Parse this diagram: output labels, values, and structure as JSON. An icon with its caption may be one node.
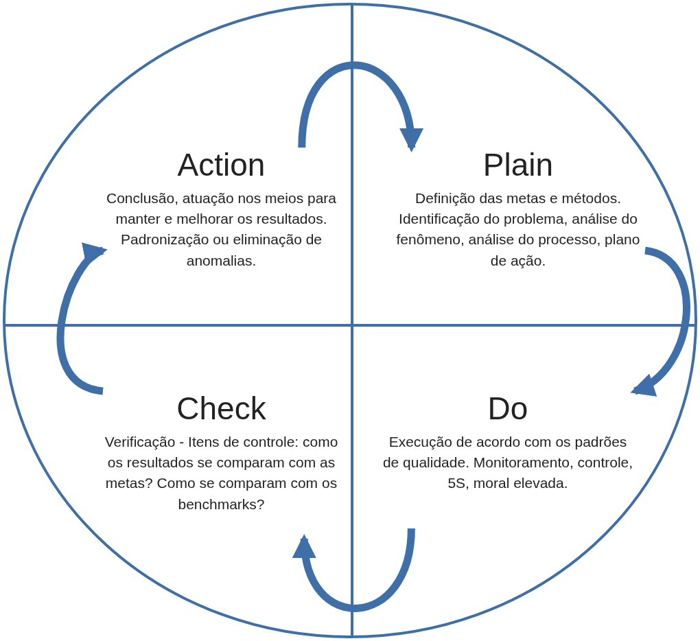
{
  "diagram": {
    "nodes": [
      {
        "text": [],
        "shape": "circle"
      },
      {
        "text": [
          "Action",
          "Conclusão, atuação nos meios para manter e melhorar os resultados.  Padronização ou eliminação de anomalias."
        ],
        "in": 0
      },
      {
        "text": [
          "Plain",
          "Definição das metas e métodos. Identificação do problema, análise do fenômeno, análise do processo, plano de ação."
        ],
        "in": 0
      },
      {
        "text": [
          "Check",
          "Verificação - Itens de controle: como os resultados se comparam com as metas? Como se comparam com os benchmarks?"
        ],
        "in": 0
      },
      {
        "text": [
          "Do",
          "Execução de acordo com os padrões de qualidade. Monitoramento, controle, 5S, moral elevada."
        ],
        "in": 0
      }
    ],
    "edges": [
      {
        "from": 1,
        "to": 2,
        "arrow": "to"
      },
      {
        "from": 2,
        "to": 4,
        "arrow": "to"
      },
      {
        "from": 4,
        "to": 3,
        "arrow": "to"
      },
      {
        "from": 3,
        "to": 1,
        "arrow": "to"
      }
    ]
  }
}
